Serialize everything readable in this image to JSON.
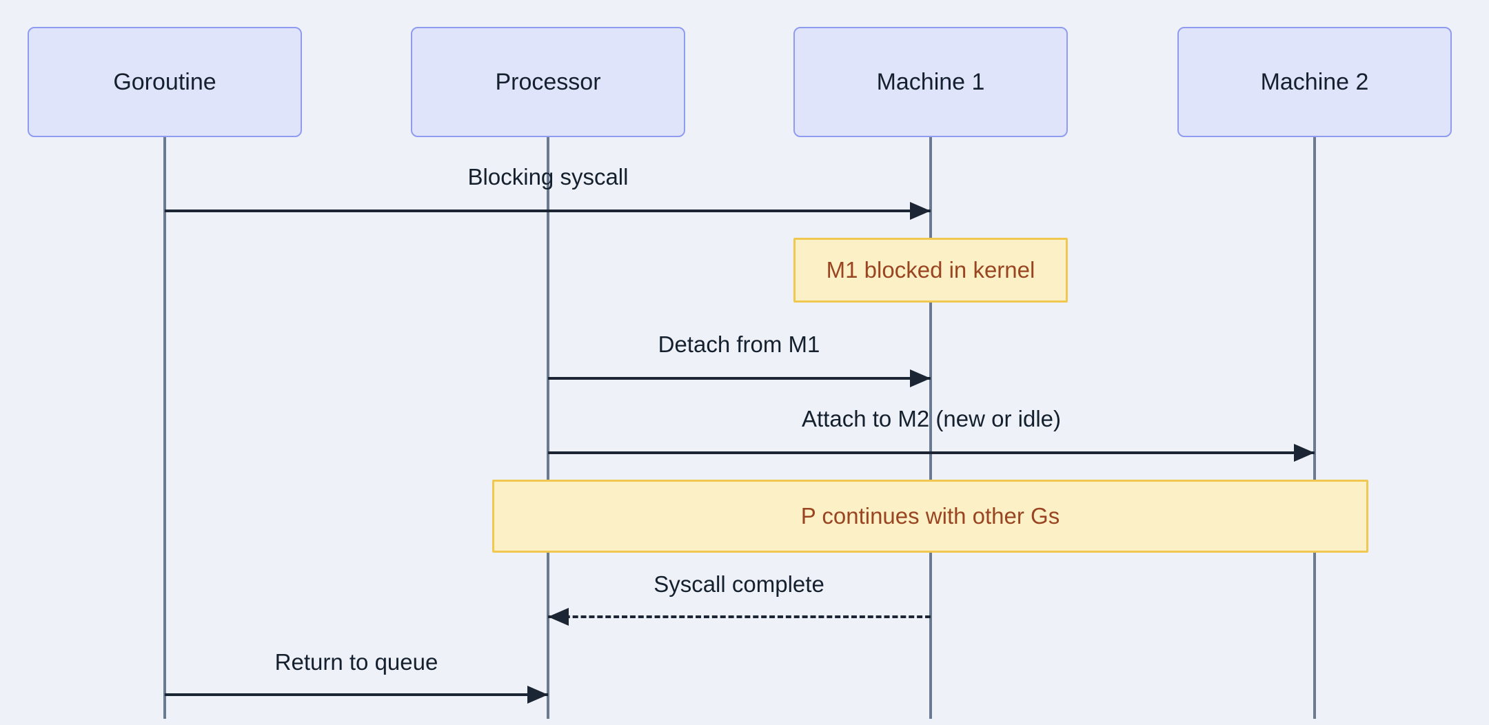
{
  "diagram": {
    "kind": "sequence-diagram",
    "actors": [
      {
        "label": "Goroutine"
      },
      {
        "label": "Processor"
      },
      {
        "label": "Machine 1"
      },
      {
        "label": "Machine 2"
      }
    ],
    "messages": [
      {
        "label": "Blocking syscall",
        "from": "Goroutine",
        "to": "Machine 1",
        "line": "solid"
      },
      {
        "label": "Detach from M1",
        "from": "Processor",
        "to": "Machine 1",
        "line": "solid"
      },
      {
        "label": "Attach to M2 (new or idle)",
        "from": "Processor",
        "to": "Machine 2",
        "line": "solid"
      },
      {
        "label": "Syscall complete",
        "from": "Machine 1",
        "to": "Processor",
        "line": "dashed"
      },
      {
        "label": "Return to queue",
        "from": "Goroutine",
        "to": "Processor",
        "line": "solid"
      }
    ],
    "notes": [
      {
        "label": "M1 blocked in kernel",
        "over": [
          "Machine 1"
        ]
      },
      {
        "label": "P continues with other Gs",
        "over": [
          "Processor",
          "Machine 2"
        ]
      }
    ],
    "colors": {
      "background": "#eef1f7",
      "actor_fill": "#e0e4fb",
      "actor_border": "#8e9bf1",
      "text": "#15202e",
      "lifeline": "#6b7a93",
      "arrow": "#1c2534",
      "note_fill": "#fcf1c6",
      "note_border": "#f1c84f",
      "note_text": "#9a4522"
    }
  }
}
